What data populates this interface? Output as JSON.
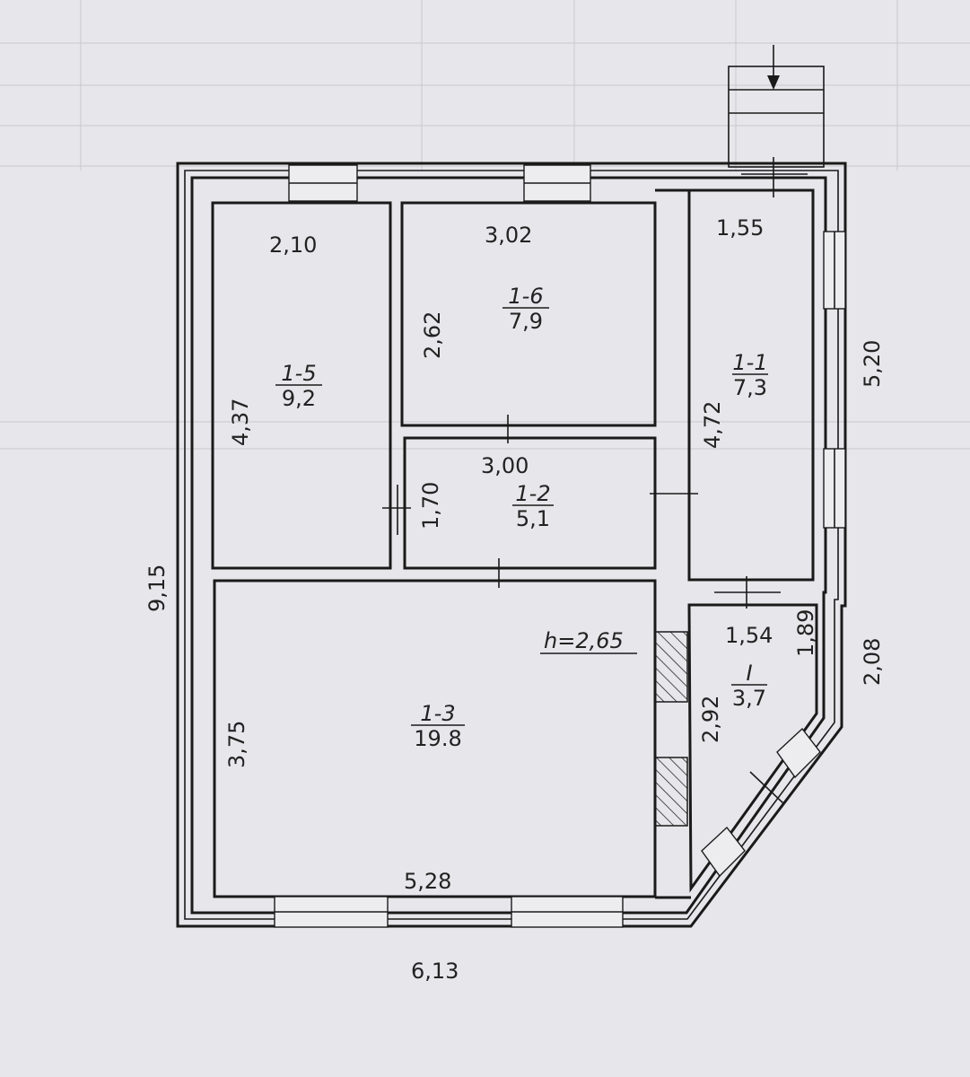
{
  "rooms": [
    {
      "id": "1-5",
      "area": "9,2"
    },
    {
      "id": "1-6",
      "area": "7,9"
    },
    {
      "id": "1-1",
      "area": "7,3"
    },
    {
      "id": "1-2",
      "area": "5,1"
    },
    {
      "id": "1-3",
      "area": "19.8"
    },
    {
      "id": "I",
      "area": "3,7"
    }
  ],
  "dimensions": {
    "r15_width": "2,10",
    "r15_length": "4,37",
    "r16_width": "3,02",
    "r16_length": "2,62",
    "r11_width": "1,55",
    "r11_length": "4,72",
    "r12_width": "3,00",
    "r12_length": "1,70",
    "r13_width": "5,28",
    "r13_length": "3,75",
    "rI_width": "1,54",
    "rI_length": "2,92",
    "rI_side": "1,89",
    "outer_total_width": "6,13",
    "outer_total_length": "9,15",
    "outer_right_top": "5,20",
    "outer_right_bottom": "2,08"
  },
  "ceiling_height": "h=2,65",
  "colors": {
    "paper": "#e7e6ea",
    "ink": "#1a1a1a",
    "grid": "#c9c8ce"
  }
}
